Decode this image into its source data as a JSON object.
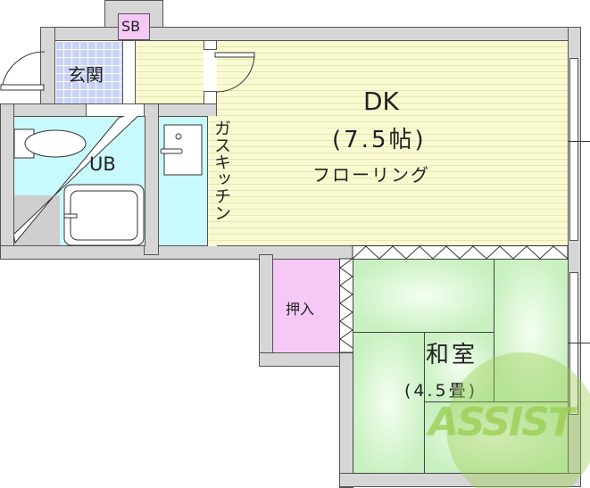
{
  "rooms": {
    "sb": "SB",
    "entrance": "玄関",
    "bath": "UB",
    "kitchen": "ガスキッチン",
    "dk_title": "DK",
    "dk_size": "(7.5帖)",
    "dk_floor": "フローリング",
    "closet": "押入",
    "washitsu_title": "和室",
    "washitsu_size": "(4.5畳)"
  },
  "watermark": "ASSIST",
  "colors": {
    "dk": "#fafad2",
    "entrance": "#c8d2f6",
    "bath": "#c8fafc",
    "closet": "#f6c8f6",
    "tatami": "#c8f0c0",
    "wall": "#d6d6d6",
    "watermark": "#9acd50"
  }
}
